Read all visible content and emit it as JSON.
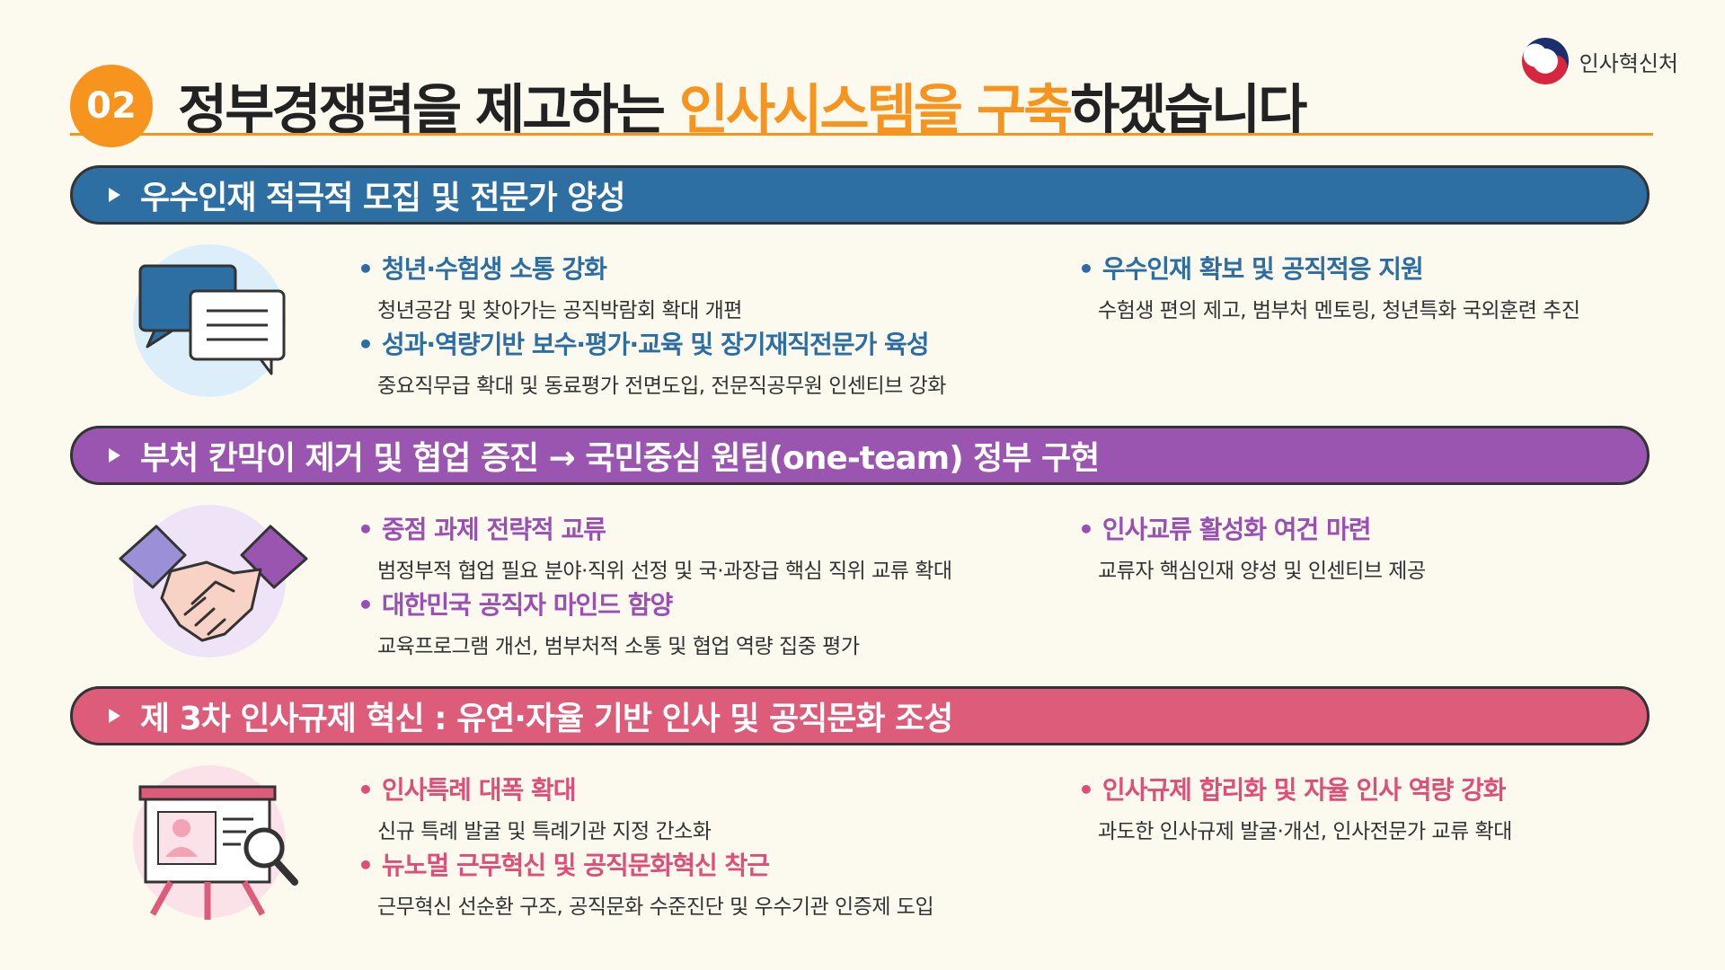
{
  "header": {
    "number": "02",
    "title_prefix": "정부경쟁력을 제고하는 ",
    "title_highlight1": "인사시스템을",
    "title_space": " ",
    "title_highlight2": "구축",
    "title_suffix": "하겠습니다",
    "org_name": "인사혁신처",
    "accent_color": "#f7941d"
  },
  "sections": [
    {
      "label": "우수인재 적극적 모집 및 전문가 양성",
      "color": "#2d6ea3",
      "icon": "chat-bubbles-icon",
      "items": [
        {
          "title": "청년·수험생 소통 강화",
          "desc": "청년공감 및 찾아가는 공직박람회 확대 개편"
        },
        {
          "title": "성과·역량기반 보수·평가·교육 및 장기재직전문가 육성",
          "desc": "중요직무급 확대 및 동료평가 전면도입, 전문직공무원 인센티브 강화"
        },
        {
          "title": "우수인재 확보 및 공직적응 지원",
          "desc": "수험생 편의 제고, 범부처 멘토링, 청년특화 국외훈련 추진"
        }
      ]
    },
    {
      "label": "부처 칸막이 제거 및 협업 증진 → 국민중심 원팀(one-team) 정부 구현",
      "color": "#9a55b0",
      "icon": "handshake-icon",
      "items": [
        {
          "title": "중점 과제 전략적 교류",
          "desc": "범정부적 협업 필요 분야·직위 선정 및 국·과장급 핵심 직위 교류 확대"
        },
        {
          "title": "대한민국 공직자 마인드 함양",
          "desc": "교육프로그램 개선, 범부처적 소통 및 협업 역량 집중 평가"
        },
        {
          "title": "인사교류 활성화 여건 마련",
          "desc": "교류자 핵심인재 양성 및 인센티브 제공"
        }
      ]
    },
    {
      "label": "제 3차 인사규제 혁신 : 유연·자율 기반 인사 및 공직문화 조성",
      "color": "#dd5c7a",
      "icon": "presentation-board-icon",
      "items": [
        {
          "title": "인사특례 대폭 확대",
          "desc": "신규 특례 발굴 및 특례기관 지정 간소화"
        },
        {
          "title": "뉴노멀 근무혁신 및 공직문화혁신 착근",
          "desc": "근무혁신 선순환 구조, 공직문화 수준진단 및 우수기관 인증제 도입"
        },
        {
          "title": "인사규제 합리화 및 자율 인사 역량 강화",
          "desc": "과도한 인사규제 발굴·개선, 인사전문가 교류 확대"
        }
      ]
    }
  ]
}
